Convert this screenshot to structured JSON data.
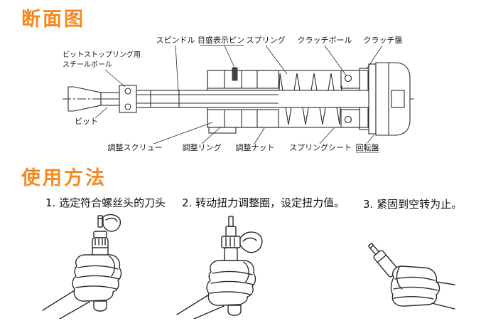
{
  "colors": {
    "accent_orange": "#f6891e",
    "drawing_line": "#2b2b2b"
  },
  "sections": {
    "cross_section_title": "断面图",
    "usage_title": "使用方法"
  },
  "diagram_labels": {
    "spindle": "スピンドル",
    "scale_pin": "目盛表示ピン",
    "spring": "スプリング",
    "clutch_ball": "クラッチボール",
    "clutch_plate": "クラッチ盤",
    "bit_stop_ring_line1": "ビットストップリング用",
    "bit_stop_ring_line2": "スチールボール",
    "bit": "ビット",
    "adjust_screw": "調整スクリュー",
    "adjust_ring": "調整リング",
    "adjust_nut": "調整ナット",
    "spring_seat": "スプリングシート",
    "rotary_plate": "回転盤"
  },
  "steps": {
    "step1": "1. 选定符合螺丝头的刀头",
    "step2": "2. 转动扭力调整圈，设定扭力值。",
    "step3": "3. 紧固到空转为止。"
  }
}
